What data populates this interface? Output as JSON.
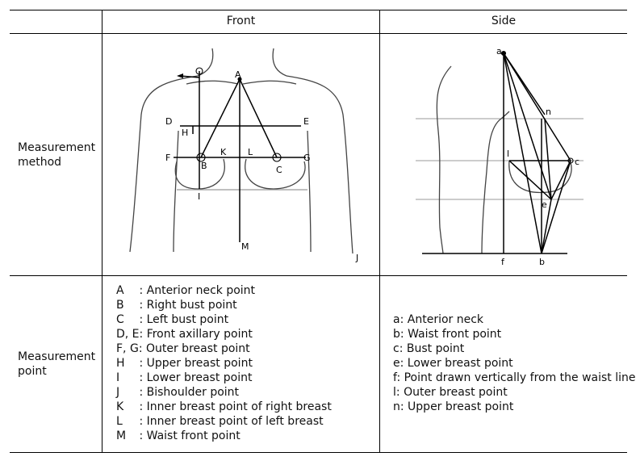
{
  "header": {
    "front": "Front",
    "side": "Side"
  },
  "rows": {
    "method_label": "Measurement method",
    "point_label": "Measurement point"
  },
  "front_diagram_labels": [
    "A",
    "B",
    "C",
    "D",
    "E",
    "F",
    "G",
    "H",
    "I",
    "K",
    "L",
    "M",
    "J"
  ],
  "side_diagram_labels": [
    "a",
    "n",
    "l",
    "c",
    "e",
    "f",
    "b"
  ],
  "front_points": [
    {
      "key": "A",
      "sep": " : ",
      "text": "Anterior neck point"
    },
    {
      "key": "B",
      "sep": " : ",
      "text": "Right bust point"
    },
    {
      "key": "C",
      "sep": " : ",
      "text": "Left bust point"
    },
    {
      "key": "D, E",
      "sep": ": ",
      "text": "Front axillary point"
    },
    {
      "key": "F, G",
      "sep": ": ",
      "text": "Outer breast point"
    },
    {
      "key": "H",
      "sep": " : ",
      "text": "Upper breast point"
    },
    {
      "key": "I",
      "sep": " : ",
      "text": "Lower breast point"
    },
    {
      "key": "J",
      "sep": " : ",
      "text": "Bishoulder point"
    },
    {
      "key": "K",
      "sep": " : ",
      "text": "Inner breast point of right breast"
    },
    {
      "key": "L",
      "sep": " : ",
      "text": "Inner breast point of left breast"
    },
    {
      "key": "M",
      "sep": " : ",
      "text": "Waist front point"
    }
  ],
  "side_points": [
    {
      "key": "a",
      "sep": ": ",
      "text": "Anterior neck"
    },
    {
      "key": "b",
      "sep": ": ",
      "text": "Waist front point"
    },
    {
      "key": "c",
      "sep": ": ",
      "text": "Bust point"
    },
    {
      "key": "e",
      "sep": ": ",
      "text": "Lower breast point"
    },
    {
      "key": "f",
      "sep": ": ",
      "text": "Point drawn vertically from the waist line"
    },
    {
      "key": "l",
      "sep": ": ",
      "text": "Outer breast point"
    },
    {
      "key": "n",
      "sep": ": ",
      "text": "Upper breast point"
    }
  ]
}
